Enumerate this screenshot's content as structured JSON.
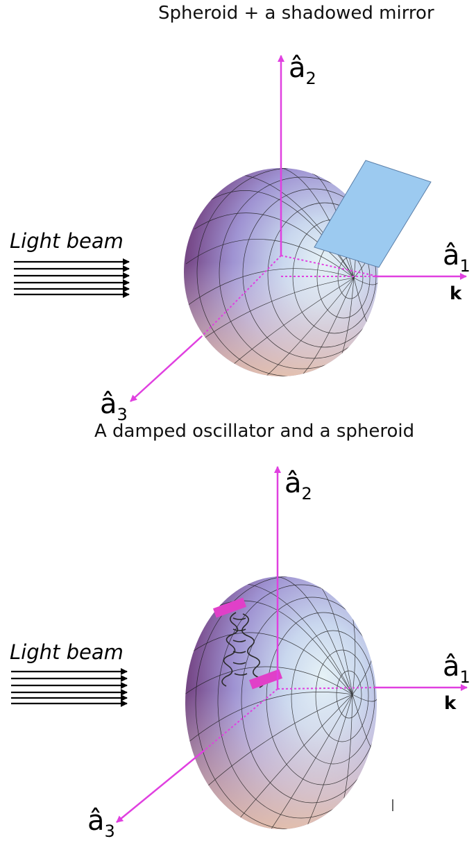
{
  "panels": [
    {
      "title": "Spheroid + a shadowed mirror",
      "beam_label": "Light beam",
      "axes": {
        "a1": {
          "hat": "â",
          "sub": "1"
        },
        "a2": {
          "hat": "â",
          "sub": "2"
        },
        "a3": {
          "hat": "â",
          "sub": "3"
        },
        "k": "k"
      },
      "object": "mirror"
    },
    {
      "title": "A damped oscillator and a spheroid",
      "beam_label": "Light beam",
      "axes": {
        "a1": {
          "hat": "â",
          "sub": "1"
        },
        "a2": {
          "hat": "â",
          "sub": "2"
        },
        "a3": {
          "hat": "â",
          "sub": "3"
        },
        "k": "k"
      },
      "object": "oscillator"
    }
  ],
  "colors": {
    "axis": "#e040e0",
    "mirror": "#9ccaf0",
    "oscillator_plate": "#e040c8",
    "spring": "#2a2a2a"
  }
}
